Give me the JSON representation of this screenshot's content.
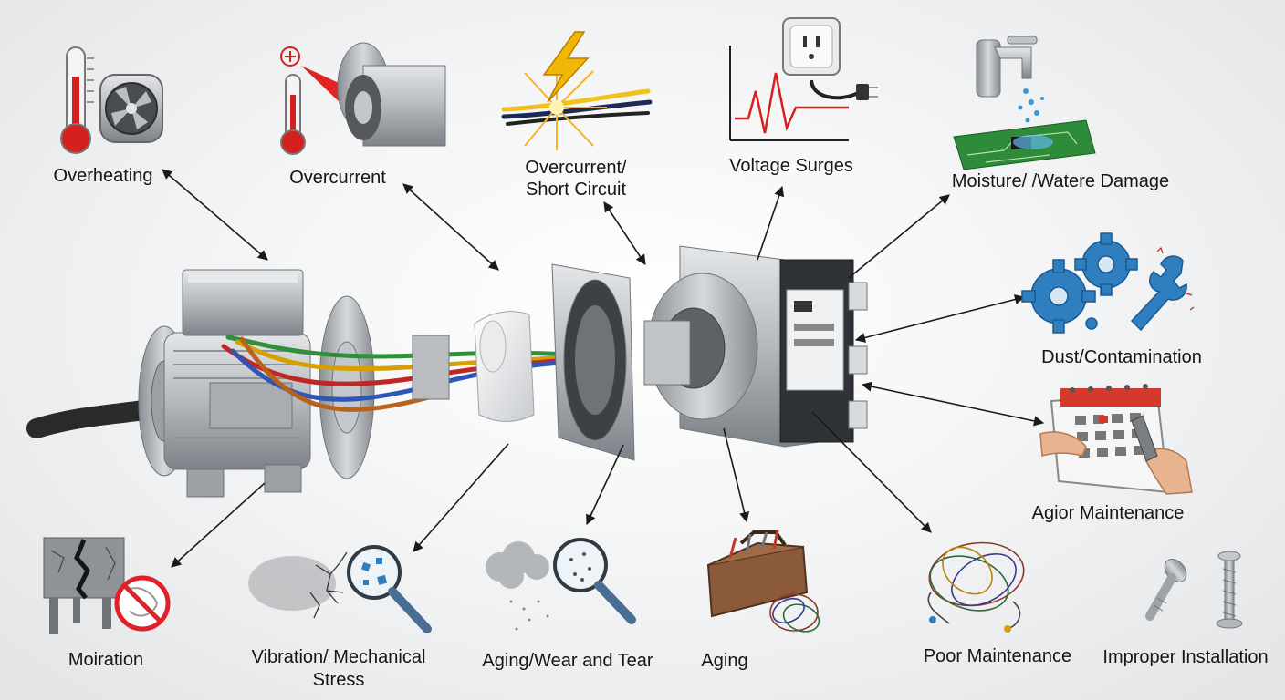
{
  "labels": {
    "overheating": "Overheating",
    "overcurrent": "Overcurrent",
    "overcurrent_short_1": "Overcurrent/",
    "overcurrent_short_2": "Short Circuit",
    "voltage_surges": "Voltage Surges",
    "moisture_water": "Moisture/  /Watere Damage",
    "dust_contamination": "Dust/Contamination",
    "agior_maintenance": "Agior Maintenance",
    "moiration": "Moiration",
    "vibration_1": "Vibration/ Mechanical",
    "vibration_2": "Stress",
    "aging_wear_tear": "Aging/Wear and Tear",
    "aging": "Aging",
    "poor_maintenance": "Poor Maintenance",
    "improper_installation": "Improper Installation"
  },
  "icons": {
    "overheating": [
      "thermometer-icon",
      "cooling-fan-icon"
    ],
    "overcurrent": [
      "thermometer-icon",
      "current-warning-icon",
      "motor-stator-icon"
    ],
    "overcurrent_short": [
      "lightning-bolt-icon",
      "spark-burst-icon",
      "wire-icon"
    ],
    "voltage_surges": [
      "surge-graph-icon",
      "power-outlet-icon",
      "power-plug-icon"
    ],
    "moisture_water": [
      "faucet-icon",
      "water-drops-icon",
      "circuit-board-icon"
    ],
    "dust_contamination": [
      "gears-icon",
      "wrench-icon"
    ],
    "agior_maintenance": [
      "calendar-icon",
      "hands-icon",
      "wrench-icon"
    ],
    "moiration": [
      "cracked-concrete-icon",
      "prohibited-sign-icon"
    ],
    "vibration": [
      "cracked-surface-icon",
      "magnifier-icon"
    ],
    "aging_wear_tear": [
      "dust-cloud-icon",
      "magnifier-icon"
    ],
    "aging": [
      "toolbox-icon",
      "tangled-wires-icon"
    ],
    "poor_maintenance": [
      "tangled-wires-icon"
    ],
    "improper_installation": [
      "bolt-icon",
      "screw-icon"
    ]
  },
  "colors": {
    "thermometer_red": "#d52020",
    "bolt_yellow": "#f2b705",
    "gear_blue": "#2f7ec0",
    "pcb_green": "#2e8b3a",
    "prohibit_red": "#e0202a",
    "surge_red": "#d52020"
  }
}
